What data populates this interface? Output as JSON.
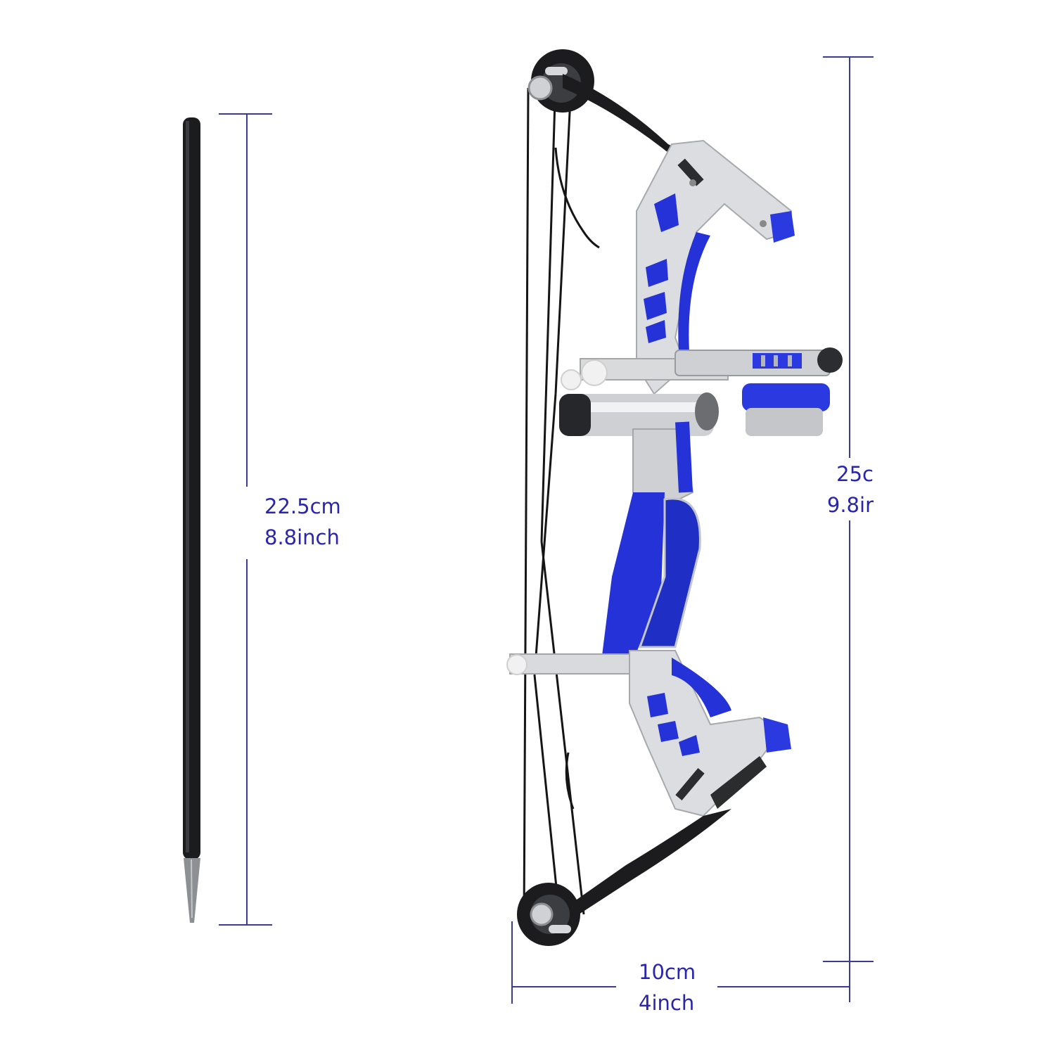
{
  "image": {
    "description": "Product dimension diagram of a miniature compound bow with arrow",
    "background_color": "#ffffff",
    "accent_color": "#2a25b0",
    "dimension_line_color": "#3b3a95",
    "bow_blue": "#2432d8",
    "metal_silver": "#d9dadc",
    "limb_black": "#1c1c1e"
  },
  "arrow": {
    "name": "arrow",
    "length_cm": "22.5cm",
    "length_inch": "8.8inch"
  },
  "bow": {
    "name": "compound-bow",
    "height_cm": "25c",
    "height_inch": "9.8ir",
    "width_cm": "10cm",
    "width_inch": "4inch"
  }
}
